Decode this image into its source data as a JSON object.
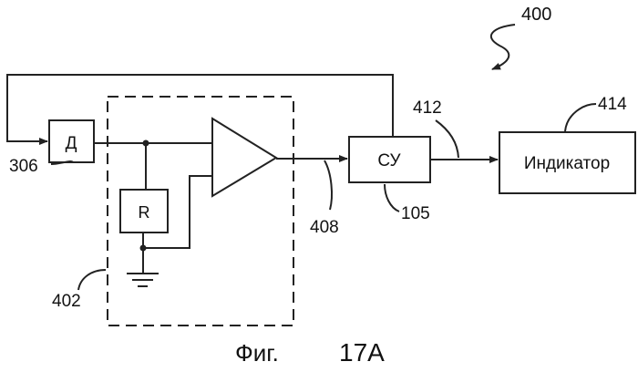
{
  "figure": {
    "ref_system": "400",
    "caption_prefix": "Фиг.",
    "caption_number": "17A"
  },
  "blocks": {
    "detector": {
      "label": "Д",
      "ref": "306"
    },
    "resistor": {
      "label": "R"
    },
    "amplifier_group": {
      "ref": "402"
    },
    "amp_output": {
      "ref": "408"
    },
    "controller": {
      "label": "СУ",
      "ref": "105"
    },
    "signal_line": {
      "ref": "412"
    },
    "indicator": {
      "label": "Индикатор",
      "ref": "414"
    }
  }
}
